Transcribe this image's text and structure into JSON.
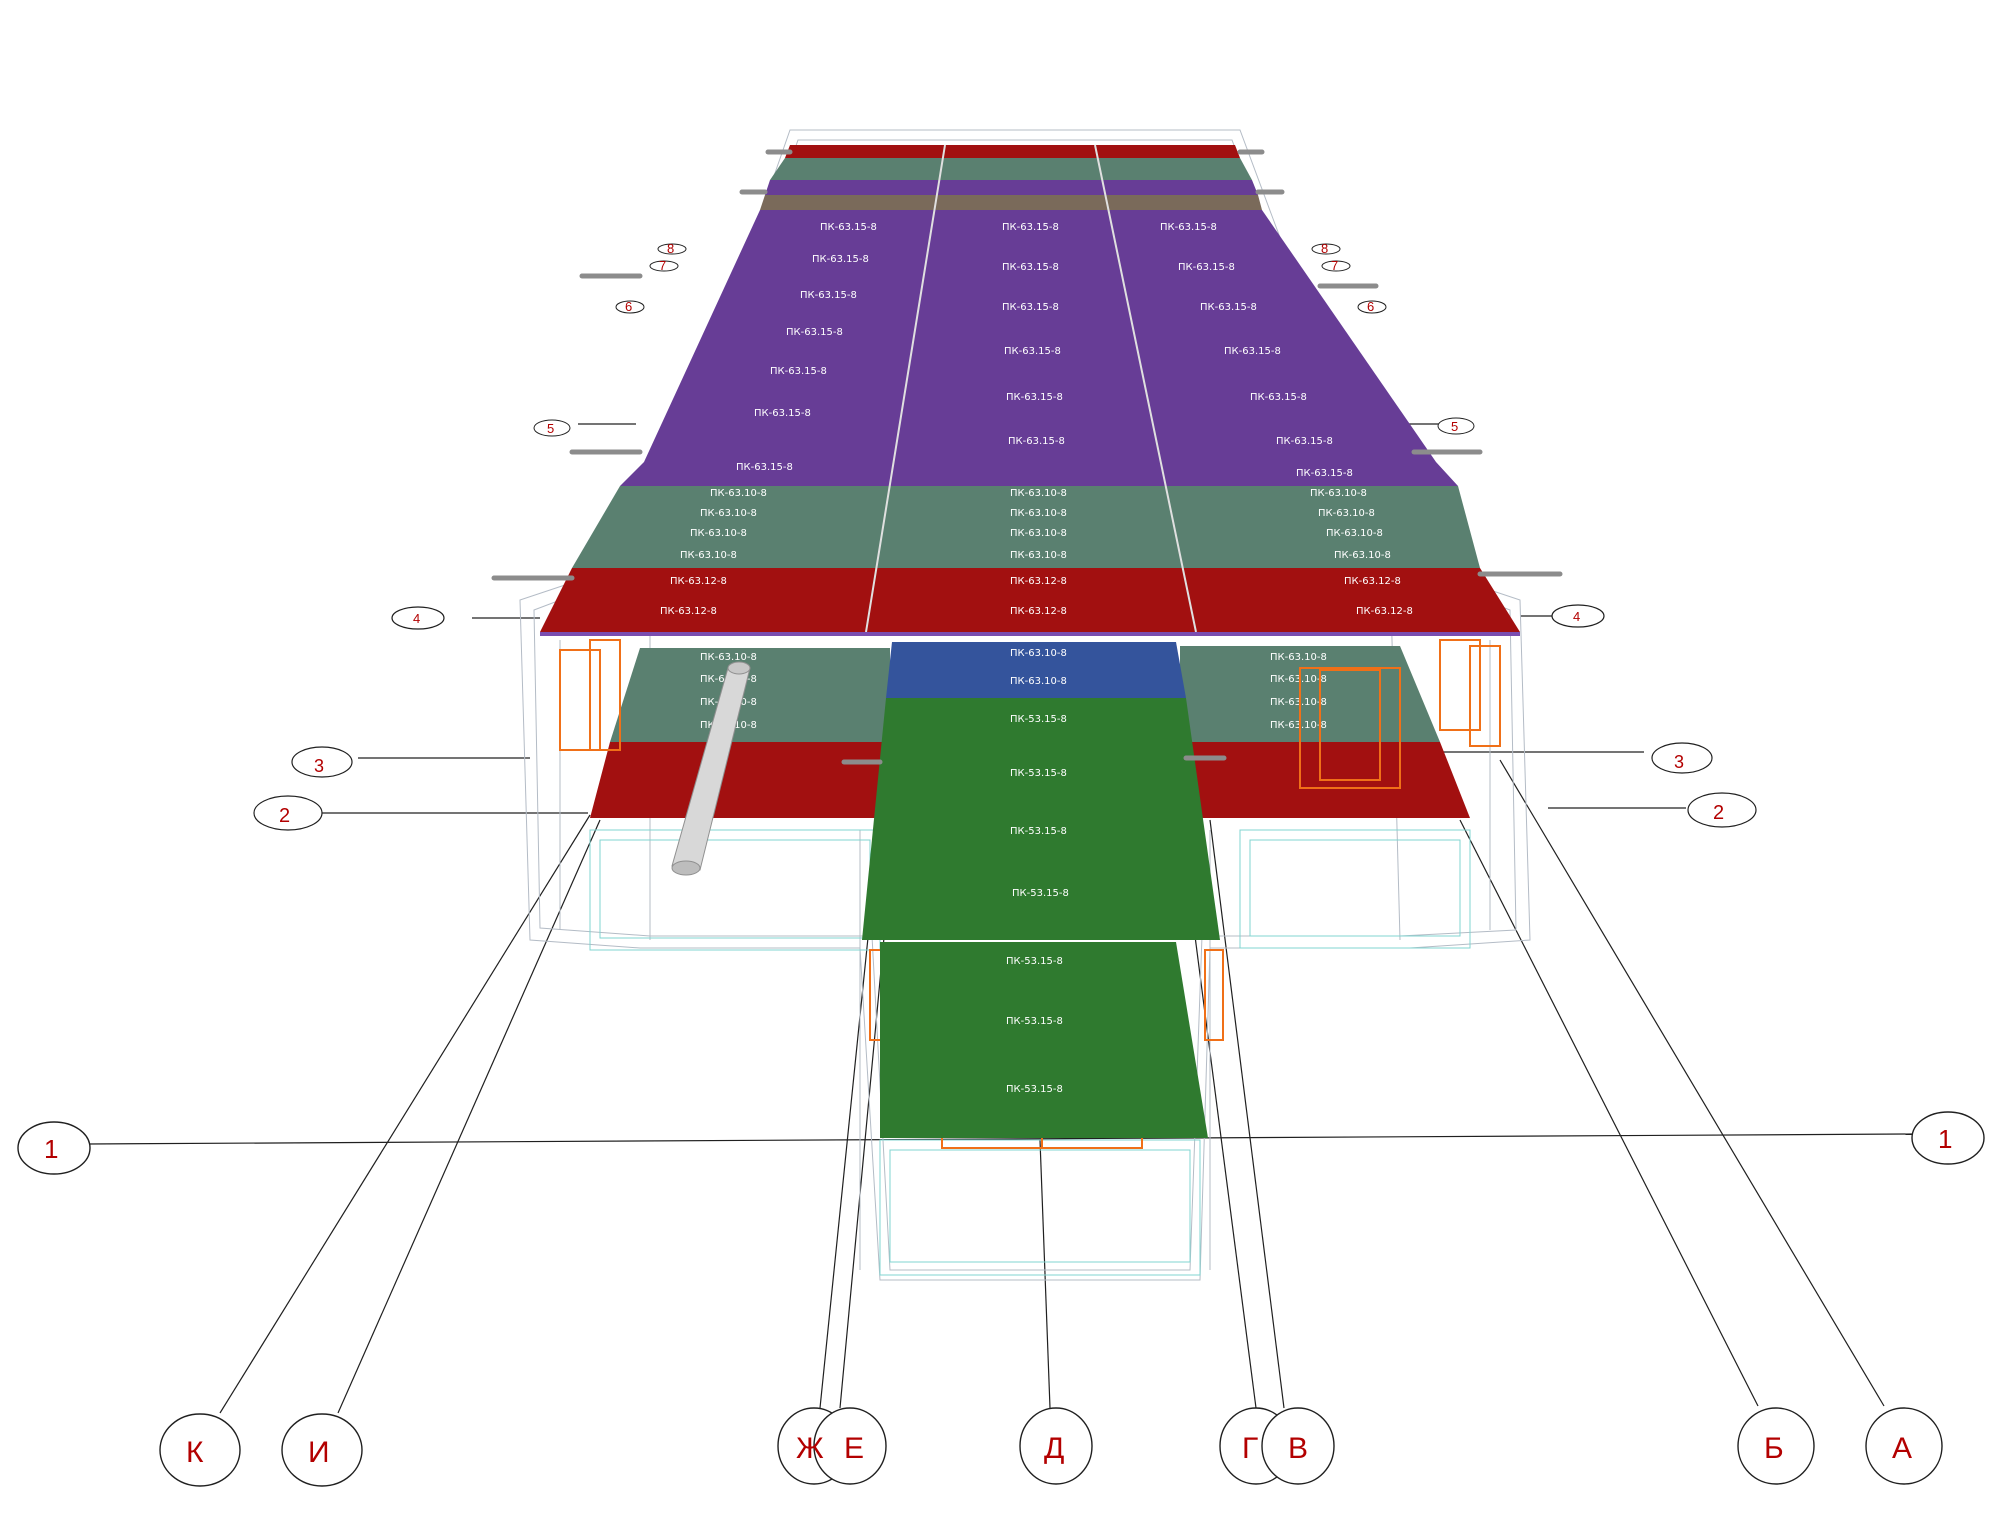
{
  "colors": {
    "red": "#a21010",
    "teal": "#5a8070",
    "purple": "#673d96",
    "green": "#2f7a2f",
    "blue": "#34549c",
    "orange": "#f07018",
    "wire": "#a8b4c0",
    "cyan": "#80d4d0",
    "axis_text": "#b30000"
  },
  "axes": {
    "letters": [
      "К",
      "И",
      "Ж",
      "Е",
      "Д",
      "Г",
      "В",
      "Б",
      "А"
    ],
    "numbers_left": [
      "1",
      "2",
      "3",
      "4",
      "5",
      "6",
      "7",
      "8"
    ],
    "numbers_right": [
      "1",
      "2",
      "3",
      "4",
      "5",
      "6",
      "7",
      "8"
    ]
  },
  "slabs": {
    "labels_pk63_15": [
      "ПК-63.15-8",
      "ПК-63.15-8",
      "ПК-63.15-8",
      "ПК-63.15-8",
      "ПК-63.15-8",
      "ПК-63.15-8",
      "ПК-63.15-8",
      "ПК-63.15-8",
      "ПК-63.15-8",
      "ПК-63.15-8",
      "ПК-63.15-8",
      "ПК-63.15-8",
      "ПК-63.15-8"
    ],
    "labels_pk63_10": [
      "ПК-63.10-8",
      "ПК-63.10-8",
      "ПК-63.10-8",
      "ПК-63.10-8"
    ],
    "label_pk63_12": "ПК-63.12-8",
    "labels_pk53_15": [
      "ПК-53.15-8",
      "ПК-53.15-8",
      "ПК-53.15-8",
      "ПК-53.15-8",
      "ПК-53.15-8",
      "ПК-53.15-8",
      "ПК-53.15-8"
    ],
    "labels_blue": [
      "ПК-63.10-8",
      "ПК-63.10-8"
    ]
  }
}
